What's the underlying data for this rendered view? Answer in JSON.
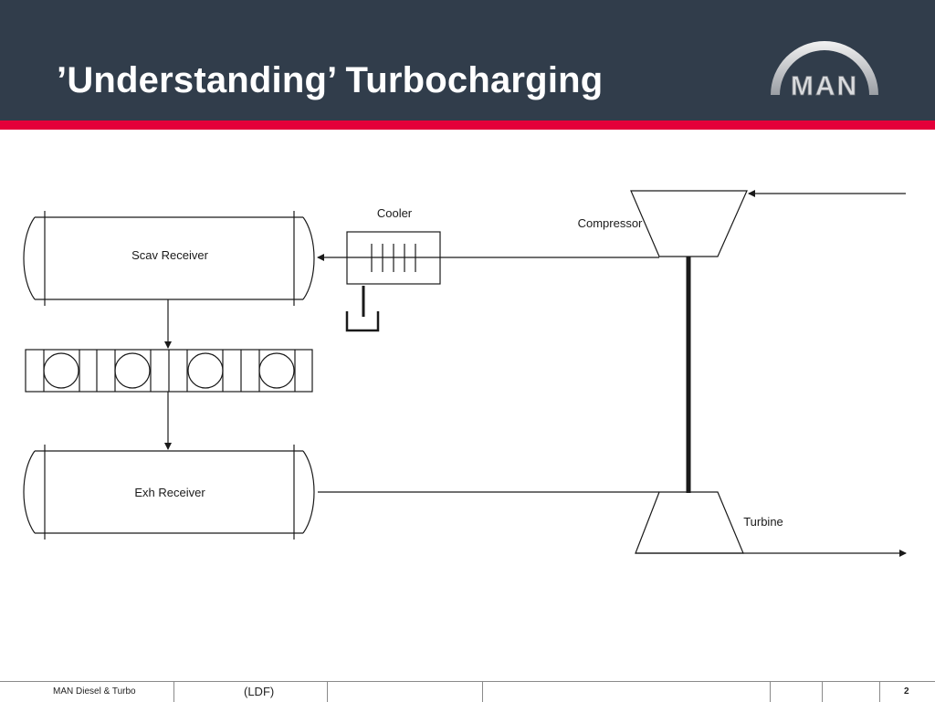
{
  "slide": {
    "title": "’Understanding’ Turbocharging"
  },
  "logo": {
    "text": "MAN"
  },
  "diagram": {
    "labels": {
      "scav_receiver": "Scav Receiver",
      "exh_receiver": "Exh Receiver",
      "cooler": "Cooler",
      "compressor": "Compressor",
      "turbine": "Turbine"
    }
  },
  "footer": {
    "company": "MAN Diesel & Turbo",
    "code": "(LDF)",
    "page_number": "2"
  },
  "colors": {
    "header_bg": "#313d4b",
    "accent": "#e4003a",
    "line": "#1a1a1a"
  }
}
